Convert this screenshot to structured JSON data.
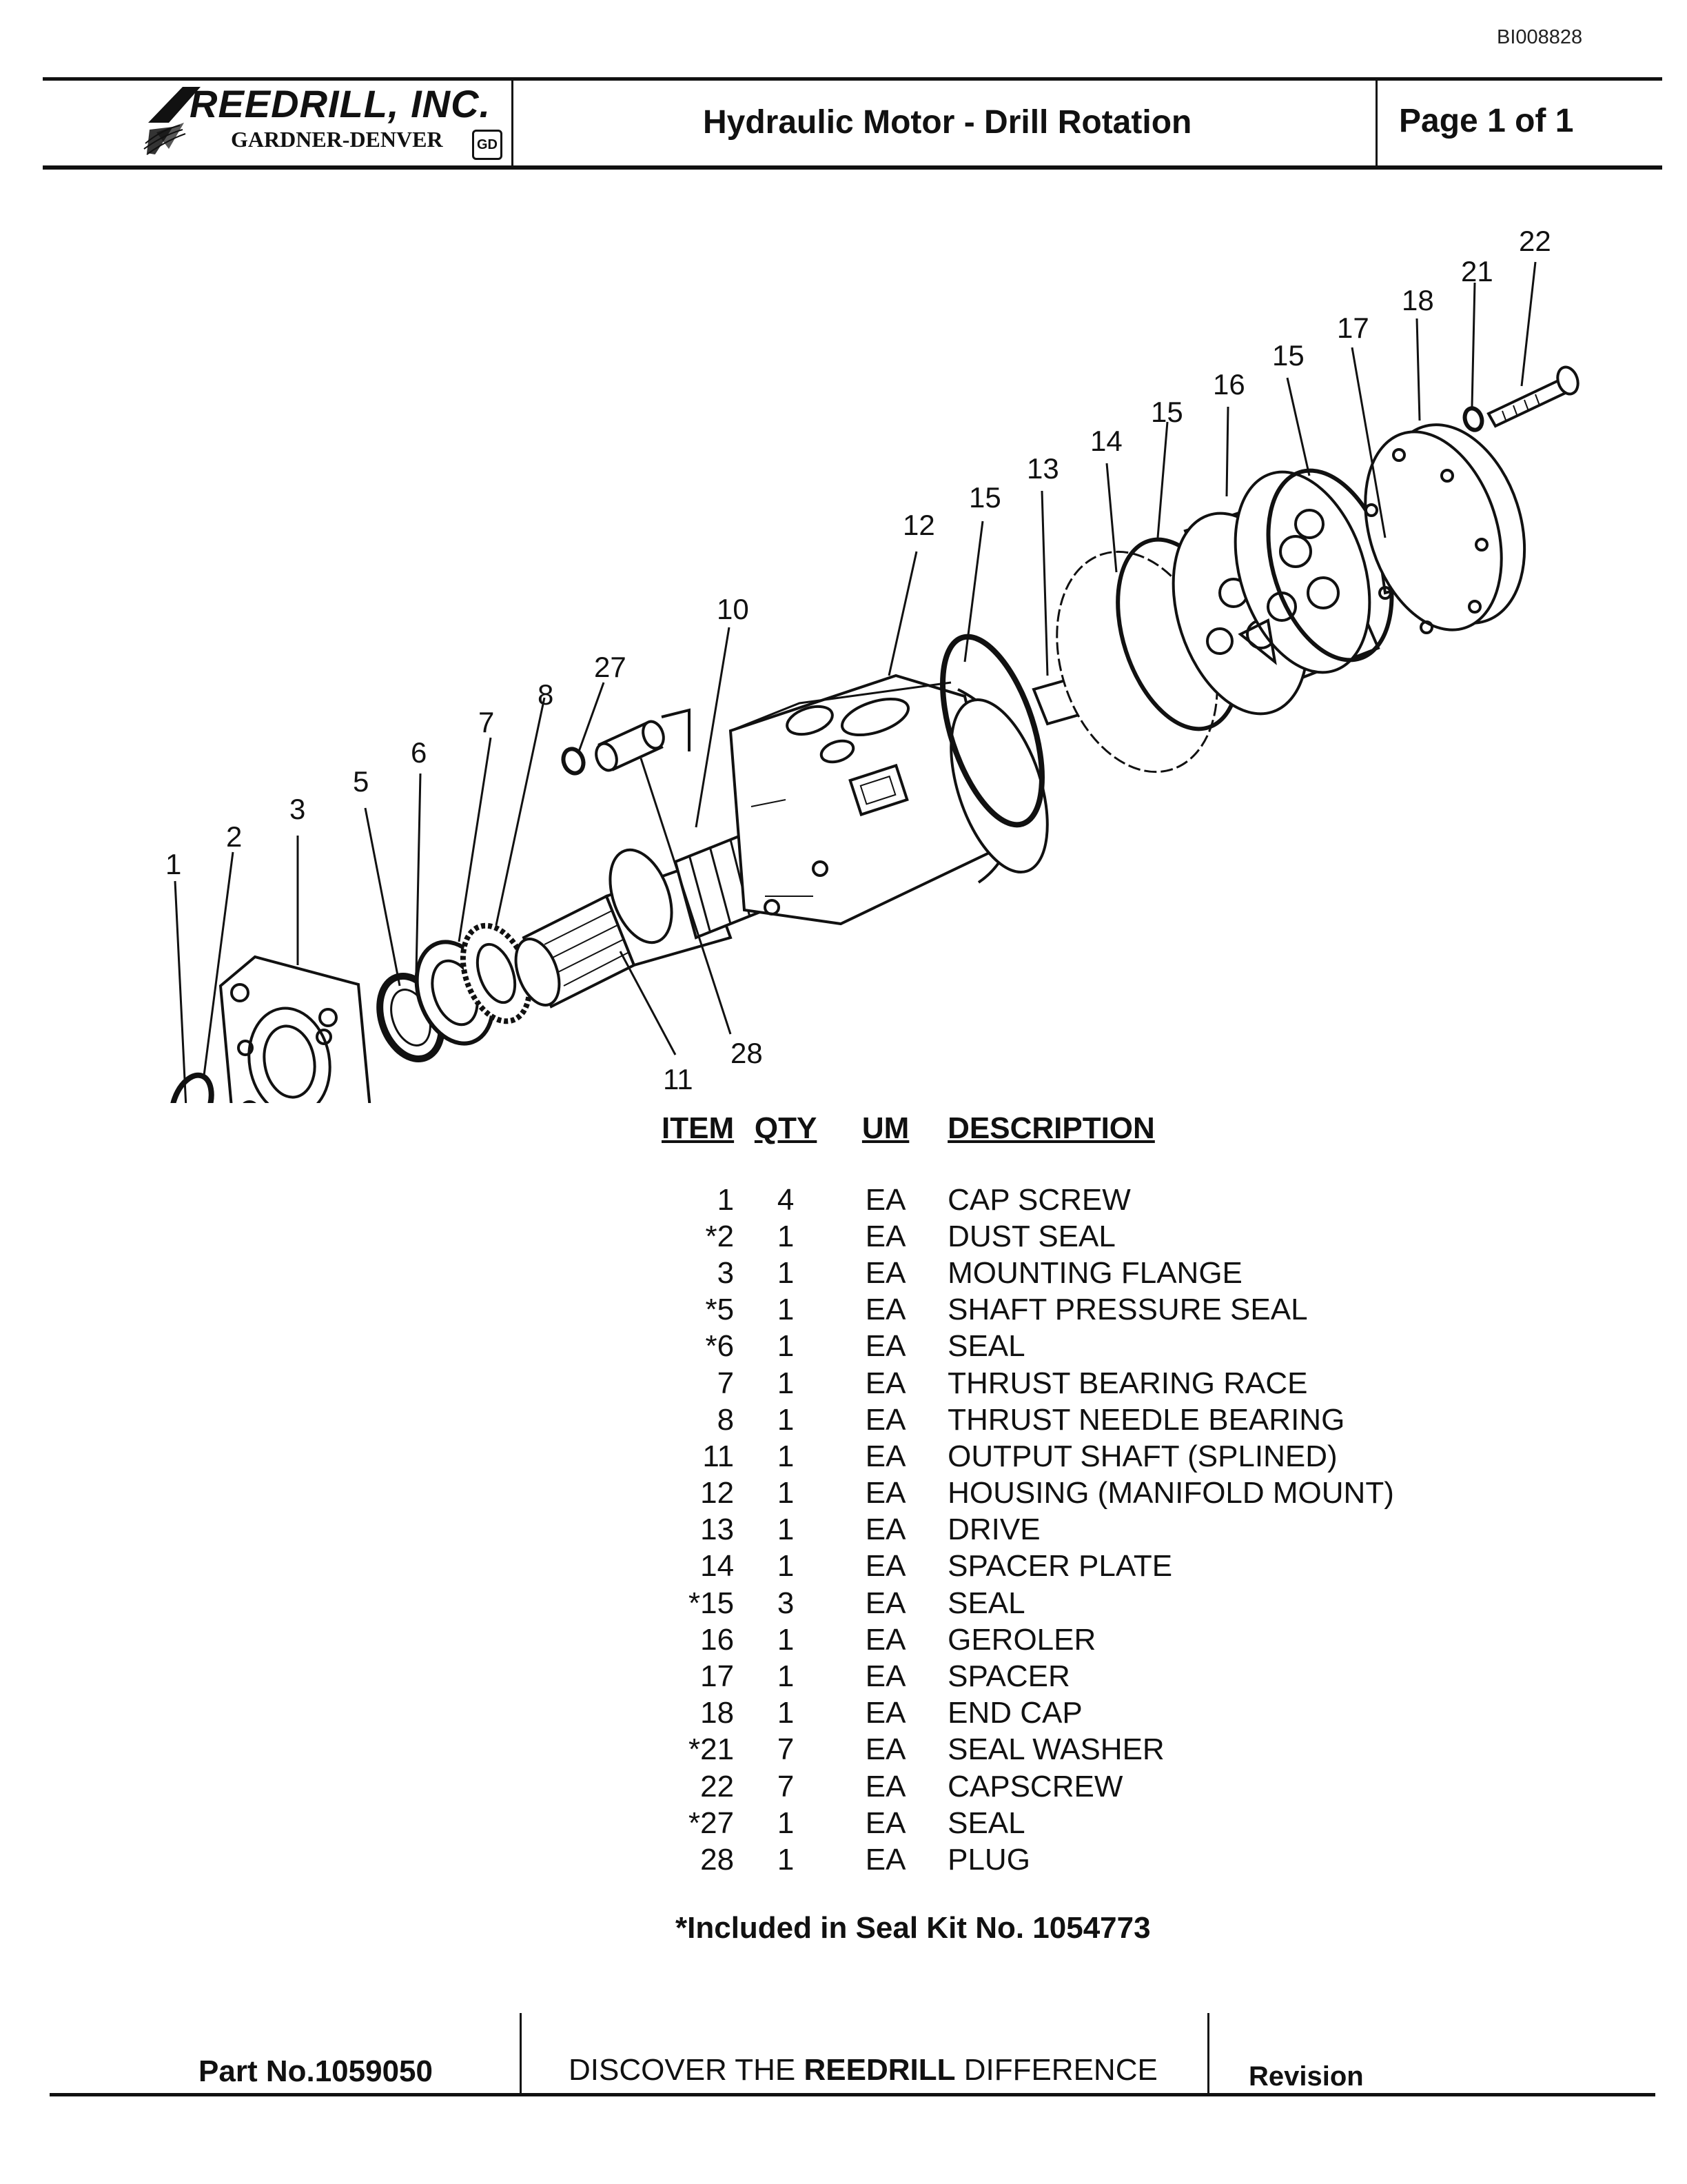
{
  "header": {
    "doc_id": "BI008828",
    "logo_main": "REEDRILL, INC.",
    "logo_sub": "GARDNER-DENVER",
    "logo_badge": "GD",
    "title": "Hydraulic Motor - Drill Rotation",
    "page": "Page 1 of 1"
  },
  "diagram": {
    "callouts": [
      "1",
      "2",
      "3",
      "5",
      "6",
      "7",
      "8",
      "27",
      "10",
      "12",
      "15",
      "13",
      "14",
      "15",
      "16",
      "15",
      "17",
      "18",
      "21",
      "22",
      "11",
      "28"
    ]
  },
  "table": {
    "headers": {
      "item": "ITEM",
      "qty": "QTY",
      "um": "UM",
      "description": "DESCRIPTION"
    },
    "rows": [
      {
        "item": "1",
        "qty": "4",
        "um": "EA",
        "description": "CAP SCREW"
      },
      {
        "item": "*2",
        "qty": "1",
        "um": "EA",
        "description": "DUST SEAL"
      },
      {
        "item": "3",
        "qty": "1",
        "um": "EA",
        "description": "MOUNTING FLANGE"
      },
      {
        "item": "*5",
        "qty": "1",
        "um": "EA",
        "description": "SHAFT PRESSURE SEAL"
      },
      {
        "item": "*6",
        "qty": "1",
        "um": "EA",
        "description": "SEAL"
      },
      {
        "item": "7",
        "qty": "1",
        "um": "EA",
        "description": "THRUST BEARING RACE"
      },
      {
        "item": "8",
        "qty": "1",
        "um": "EA",
        "description": "THRUST NEEDLE BEARING"
      },
      {
        "item": "11",
        "qty": "1",
        "um": "EA",
        "description": "OUTPUT SHAFT (SPLINED)"
      },
      {
        "item": "12",
        "qty": "1",
        "um": "EA",
        "description": "HOUSING (MANIFOLD MOUNT)"
      },
      {
        "item": "13",
        "qty": "1",
        "um": "EA",
        "description": "DRIVE"
      },
      {
        "item": "14",
        "qty": "1",
        "um": "EA",
        "description": "SPACER PLATE"
      },
      {
        "item": "*15",
        "qty": "3",
        "um": "EA",
        "description": "SEAL"
      },
      {
        "item": "16",
        "qty": "1",
        "um": "EA",
        "description": "GEROLER"
      },
      {
        "item": "17",
        "qty": "1",
        "um": "EA",
        "description": "SPACER"
      },
      {
        "item": "18",
        "qty": "1",
        "um": "EA",
        "description": "END CAP"
      },
      {
        "item": "*21",
        "qty": "7",
        "um": "EA",
        "description": "SEAL WASHER"
      },
      {
        "item": "22",
        "qty": "7",
        "um": "EA",
        "description": "CAPSCREW"
      },
      {
        "item": "*27",
        "qty": "1",
        "um": "EA",
        "description": "SEAL"
      },
      {
        "item": "28",
        "qty": "1",
        "um": "EA",
        "description": "PLUG"
      }
    ]
  },
  "seal_kit_note": "*Included in Seal Kit No. 1054773",
  "footer": {
    "part_no": "Part No.1059050",
    "slogan_pre": "DISCOVER THE ",
    "slogan_bold": "REEDRILL",
    "slogan_post": " DIFFERENCE",
    "revision": "Revision"
  }
}
